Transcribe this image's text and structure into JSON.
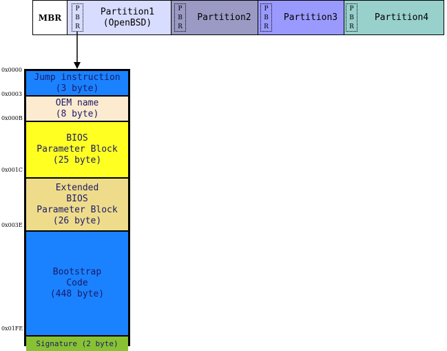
{
  "disk": {
    "mbr_label": "MBR",
    "pbr_letters": [
      "P",
      "B",
      "R"
    ],
    "partitions": [
      {
        "label": "Partition1\n(OpenBSD)",
        "color": "#d8dcfe"
      },
      {
        "label": "Partition2",
        "color": "#9a9ac4"
      },
      {
        "label": "Partition3",
        "color": "#9a9afe"
      },
      {
        "label": "Partition4",
        "color": "#98d0cc"
      }
    ]
  },
  "boot_sector": {
    "fields": [
      {
        "offset": "0x0000",
        "label": "Jump instruction\n(3 byte)",
        "color": "#1a82ff"
      },
      {
        "offset": "0x0003",
        "label": "OEM name\n(8 byte)",
        "color": "#fdebd0"
      },
      {
        "offset": "0x000B",
        "label": "BIOS\nParameter Block\n(25 byte)",
        "color": "#ffff22"
      },
      {
        "offset": "0x001C",
        "label": "Extended\nBIOS\nParameter Block\n(26 byte)",
        "color": "#eedc8a"
      },
      {
        "offset": "0x003E",
        "label": "Bootstrap\nCode\n(448 byte)",
        "color": "#1a82ff"
      },
      {
        "offset": "0x01FE",
        "label": "Signature (2 byte)",
        "color": "#88c233"
      }
    ]
  }
}
